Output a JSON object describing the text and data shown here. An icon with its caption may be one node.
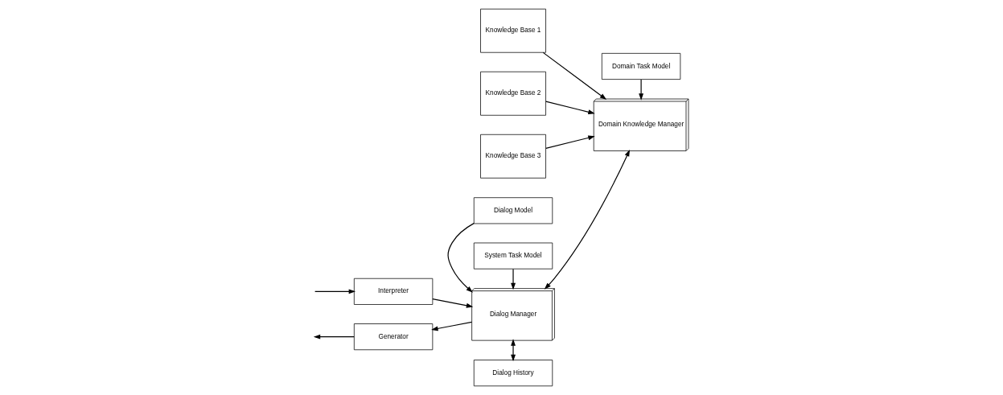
{
  "diagram": {
    "nodes": [
      {
        "text": [
          "Dialog History"
        ]
      },
      {
        "text": [
          "Interpreter"
        ]
      },
      {
        "text": [
          "Dialog Manager"
        ]
      },
      {
        "text": [
          "Domain Knowledge Manager"
        ]
      },
      {
        "text": [
          "Knowledge Base 1"
        ]
      },
      {
        "text": [
          "Generator"
        ]
      },
      {
        "text": [
          "Knowledge Base 2"
        ]
      },
      {
        "text": [
          "Knowledge Base 3"
        ]
      },
      {
        "text": [
          "Dialog Model"
        ]
      },
      {
        "text": [
          "System Task Model"
        ]
      },
      {
        "text": [
          "Domain Task Model"
        ]
      }
    ],
    "edges": [
      {
        "from": null,
        "to": 1,
        "arrow": "to"
      },
      {
        "from": 1,
        "to": 2,
        "arrow": "to"
      },
      {
        "from": 2,
        "to": 0,
        "arrow": "both"
      },
      {
        "from": 2,
        "to": 5,
        "arrow": "to"
      },
      {
        "from": 5,
        "to": null,
        "arrow": "to"
      },
      {
        "from": 2,
        "to": 3,
        "arrow": "both"
      },
      {
        "from": 4,
        "to": 3,
        "arrow": "to"
      },
      {
        "from": 6,
        "to": 3,
        "arrow": "to"
      },
      {
        "from": 7,
        "to": 3,
        "arrow": "to"
      },
      {
        "from": 8,
        "to": 2,
        "arrow": "to"
      },
      {
        "from": 9,
        "to": 2,
        "arrow": "to"
      },
      {
        "from": 10,
        "to": 3,
        "arrow": "to"
      }
    ]
  }
}
